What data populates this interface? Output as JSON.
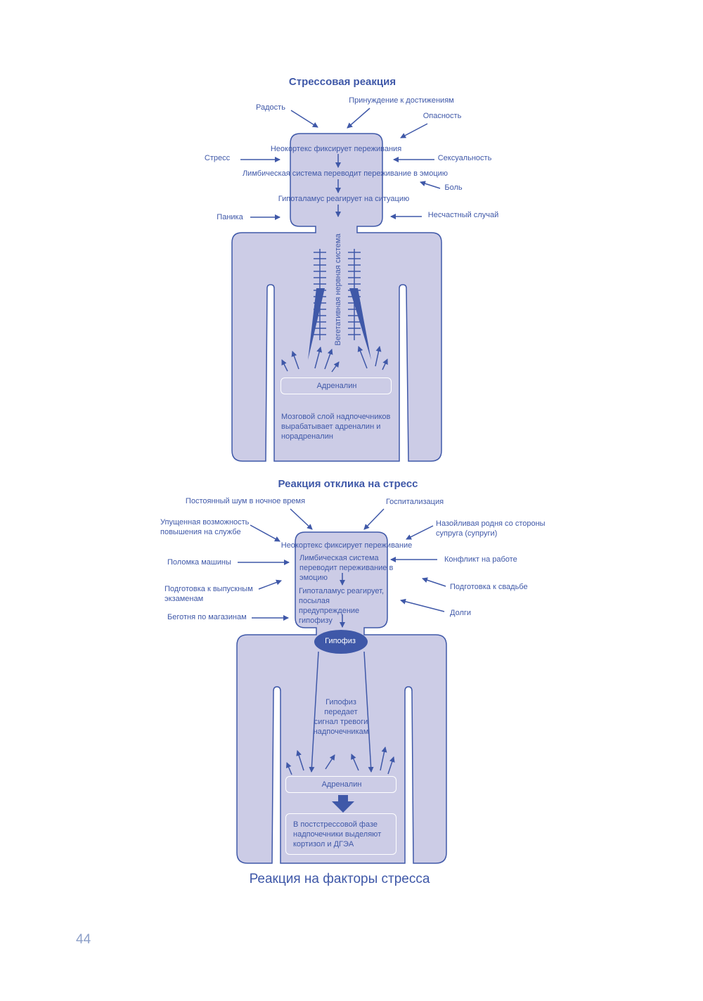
{
  "diagram1": {
    "title": "Стрессовая реакция",
    "factors": {
      "joy": "Радость",
      "achievement_pressure": "Принуждение к достижениям",
      "danger": "Опасность",
      "stress": "Стресс",
      "sexuality": "Сексуальность",
      "pain": "Боль",
      "panic": "Паника",
      "accident": "Несчастный случай"
    },
    "steps": {
      "neocortex": "Неокортекс фиксирует переживания",
      "limbic": "Лимбическая система переводит переживание в эмоцию",
      "hypothalamus": "Гипоталамус реагирует на ситуацию"
    },
    "nervous_system": "Вегетативная нервная система",
    "adrenaline": "Адреналин",
    "adrenal_medulla": "Мозговой слой надпочечников вырабатывает адреналин и норадреналин"
  },
  "diagram2": {
    "title": "Реакция отклика на стресс",
    "factors": {
      "night_noise": "Постоянный шум в ночное время",
      "hospitalization": "Госпитализация",
      "missed_promotion": "Упущенная возможность повышения на службе",
      "annoying_relatives": "Назойливая родня со стороны супруга (супруги)",
      "car_breakdown": "Поломка машины",
      "work_conflict": "Конфликт на работе",
      "exam_prep": "Подготовка к выпускным экзаменам",
      "wedding_prep": "Подготовка к свадьбе",
      "debts": "Долги",
      "shopping": "Беготня по магазинам"
    },
    "steps": {
      "neocortex": "Неокортекс фиксирует переживание",
      "limbic": "Лимбическая система переводит переживание в эмоцию",
      "hypothalamus": "Гипоталамус реагирует, посылая предупреждение гипофизу"
    },
    "pituitary": "Гипофиз",
    "pituitary_signal": "Гипофиз передает сигнал тревоги надпочечникам",
    "adrenaline": "Адреналин",
    "post_stress": "В постстрессовой фазе надпочечники выделяют кортизол и ДГЭА"
  },
  "caption": "Реакция на факторы стресса",
  "page_number": "44",
  "colors": {
    "fill": "#cccce6",
    "stroke": "#3f58a8",
    "text": "#3f58a8"
  }
}
